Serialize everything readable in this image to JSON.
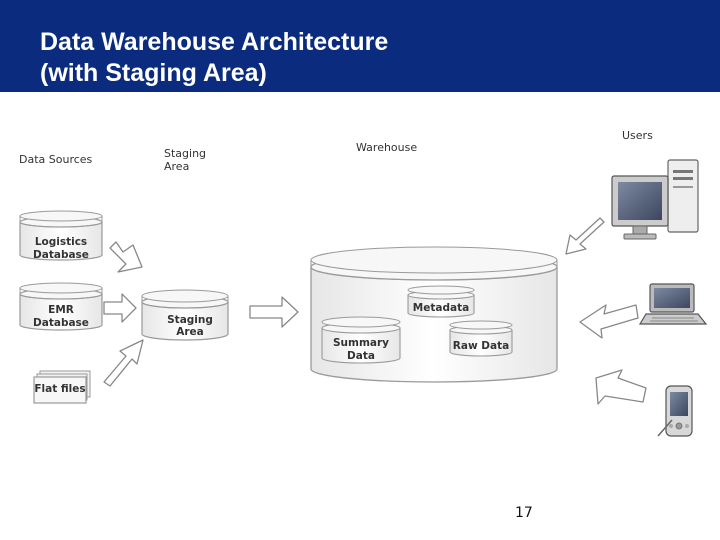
{
  "slide": {
    "title_line1": "Data Warehouse Architecture",
    "title_line2": "(with Staging Area)",
    "page_number": "17"
  },
  "diagram": {
    "section_data_sources": "Data Sources",
    "section_staging_line1": "Staging",
    "section_staging_line2": "Area",
    "section_warehouse": "Warehouse",
    "section_users": "Users",
    "logistics_line1": "Logistics",
    "logistics_line2": "Database",
    "emr_line1": "EMR",
    "emr_line2": "Database",
    "flat_files": "Flat files",
    "staging_db_line1": "Staging",
    "staging_db_line2": "Area",
    "metadata": "Metadata",
    "summary_line1": "Summary",
    "summary_line2": "Data",
    "raw_data": "Raw Data"
  },
  "colors": {
    "header_bg": "#0a2b7e",
    "header_text": "#ffffff",
    "shape_fill": "#f2f2f2",
    "shape_stroke": "#9a9a9a"
  }
}
